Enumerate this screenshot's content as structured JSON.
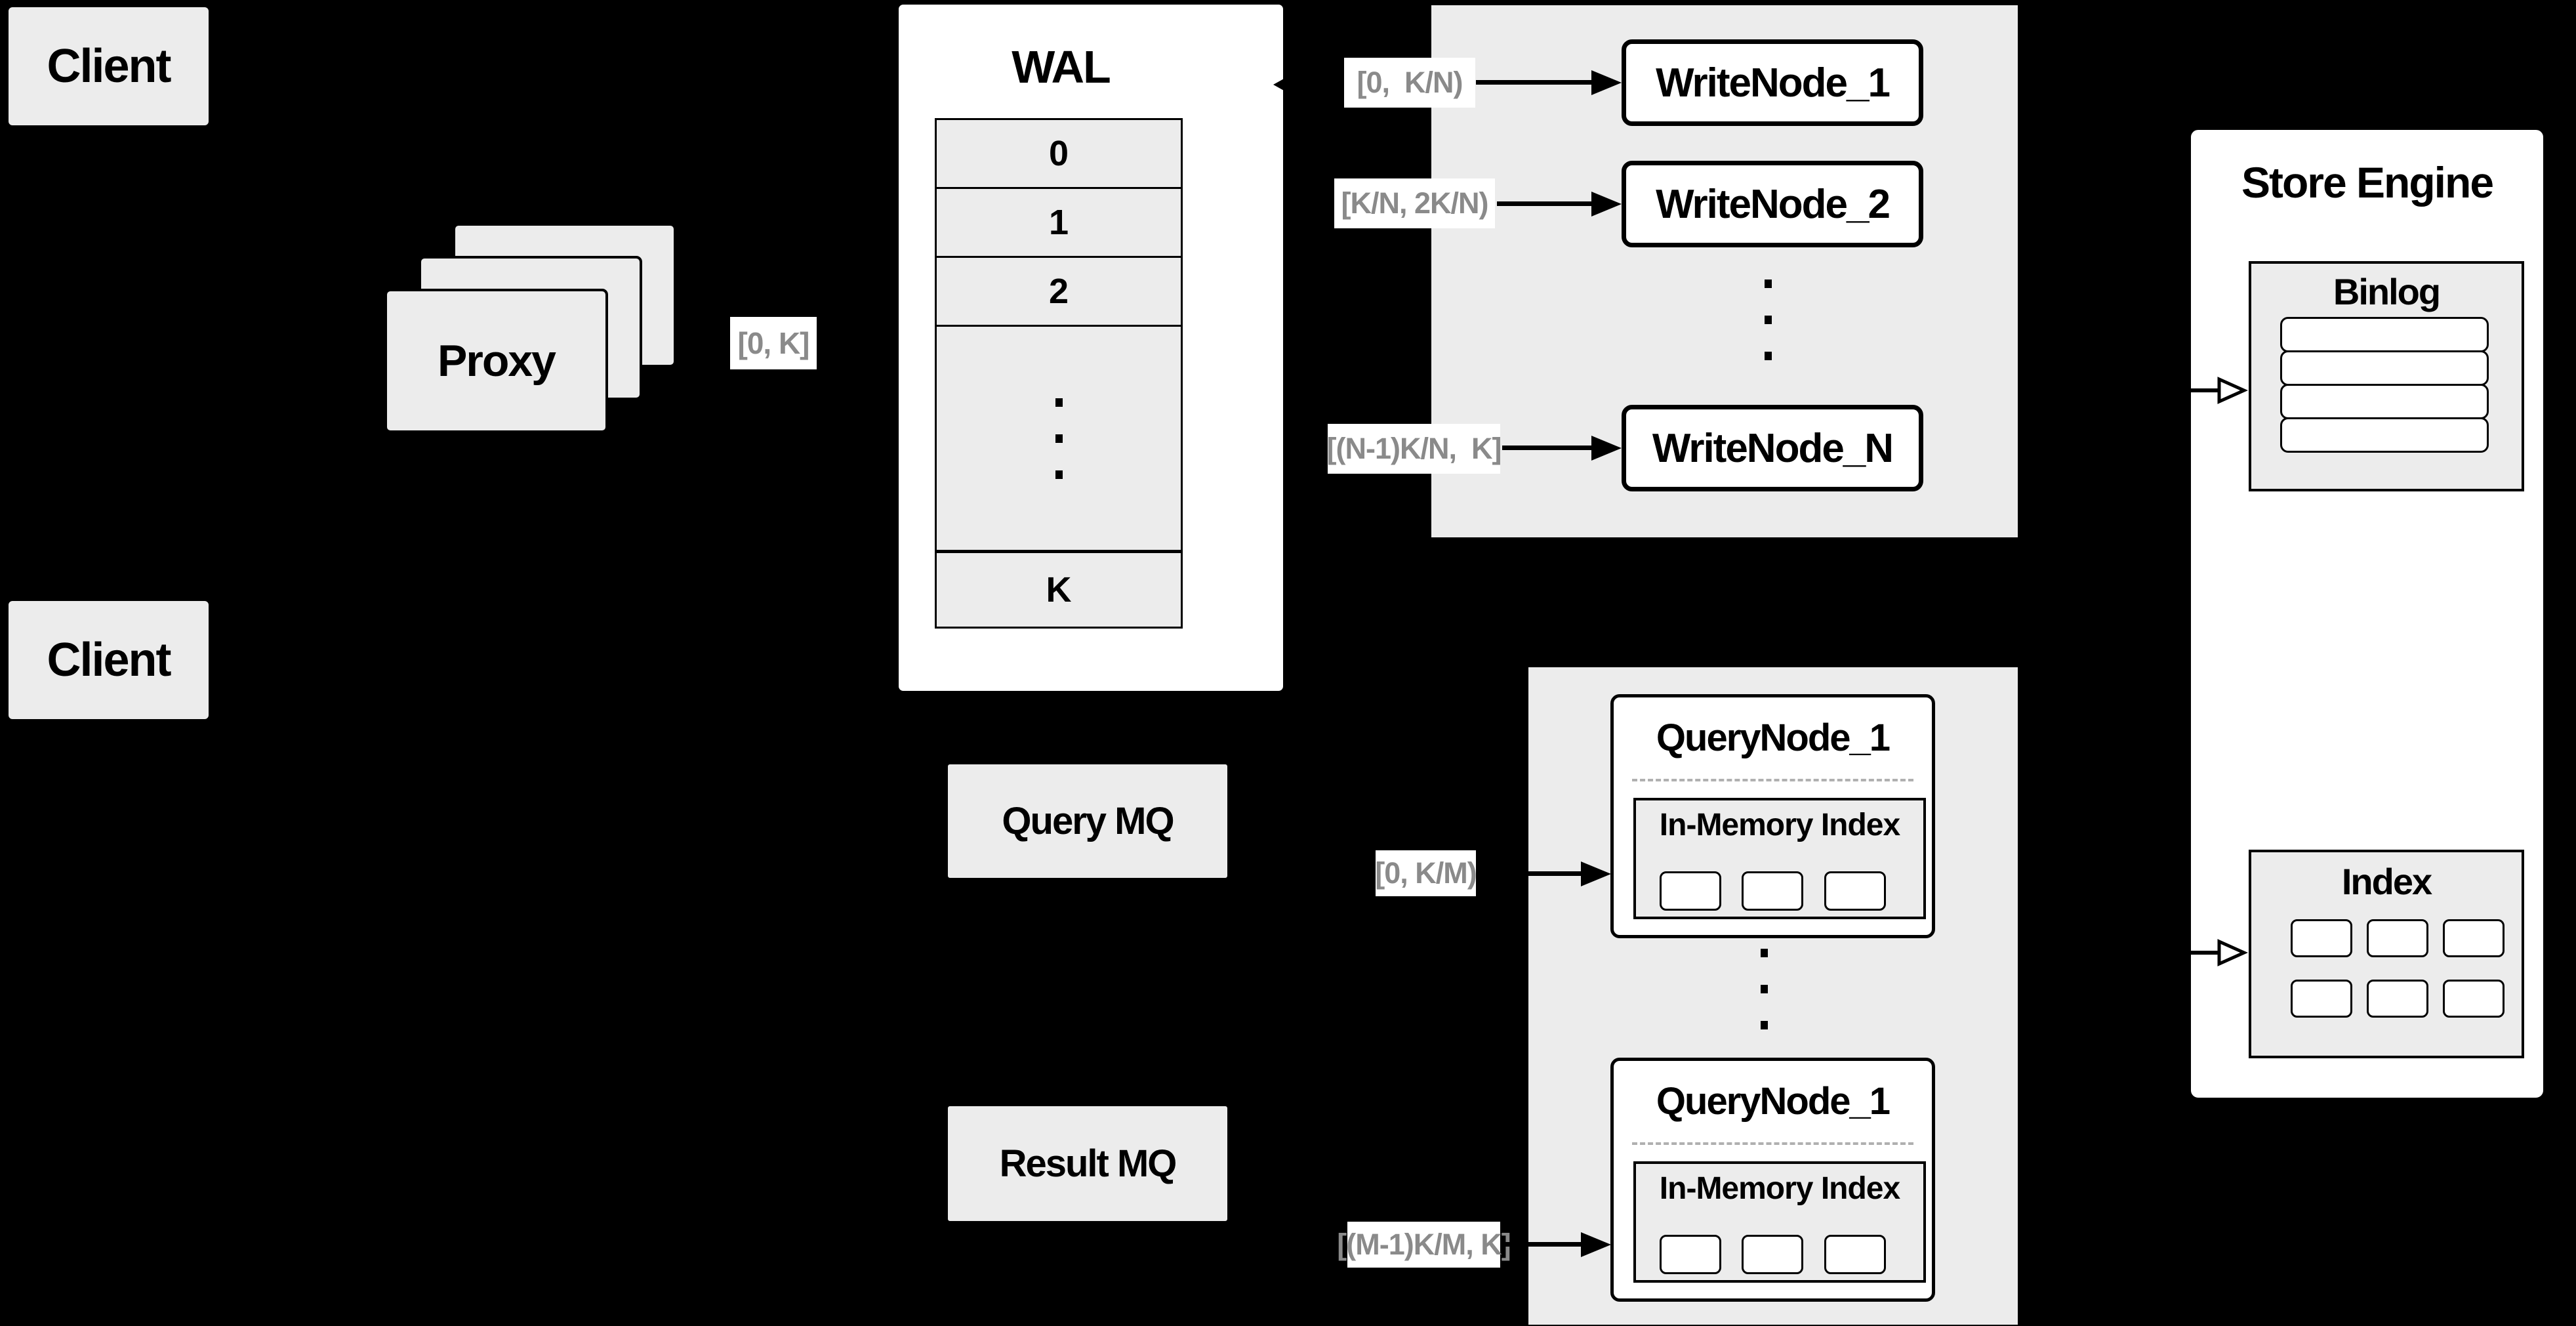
{
  "colors": {
    "background": "#000000",
    "panel_fill": "#ececec",
    "node_fill": "#ffffff",
    "border": "#000000",
    "edge_label_text": "#8a8a8a",
    "dashed_divider": "#b0b0b0"
  },
  "clients": {
    "top": "Client",
    "bottom": "Client"
  },
  "proxy": {
    "label": "Proxy"
  },
  "wal": {
    "title": "WAL",
    "rows": [
      "0",
      "1",
      "2"
    ],
    "row_k": "K"
  },
  "write_nodes": {
    "items": [
      "WriteNode_1",
      "WriteNode_2",
      "WriteNode_N"
    ]
  },
  "query_nodes": {
    "items": [
      {
        "title": "QueryNode_1",
        "inner": "In-Memory Index"
      },
      {
        "title": "QueryNode_1",
        "inner": "In-Memory Index"
      }
    ]
  },
  "mq": {
    "query": "Query MQ",
    "result": "Result MQ"
  },
  "store_engine": {
    "title": "Store Engine",
    "binlog": "Binlog",
    "index": "Index"
  },
  "edge_labels": {
    "proxy_wal": "[0, K]",
    "write_1": "[0,  K/N)",
    "write_2": "[K/N, 2K/N)",
    "write_n": "[(N-1)K/N,  K]",
    "query_1": "[0, K/M)",
    "query_m": "[(M-1)K/M, K]"
  }
}
